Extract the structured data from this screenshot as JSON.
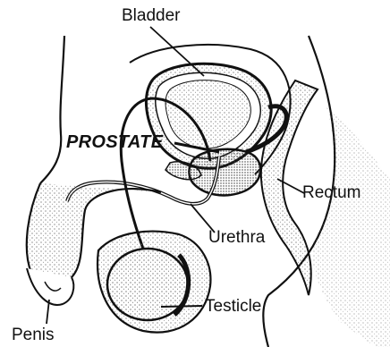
{
  "labels": {
    "bladder": "Bladder",
    "prostate": "PROSTATE",
    "rectum": "Rectum",
    "urethra": "Urethra",
    "testicle": "Testicle",
    "penis": "Penis"
  },
  "colors": {
    "ink": "#111111",
    "stipple": "#555555",
    "background": "#ffffff"
  }
}
